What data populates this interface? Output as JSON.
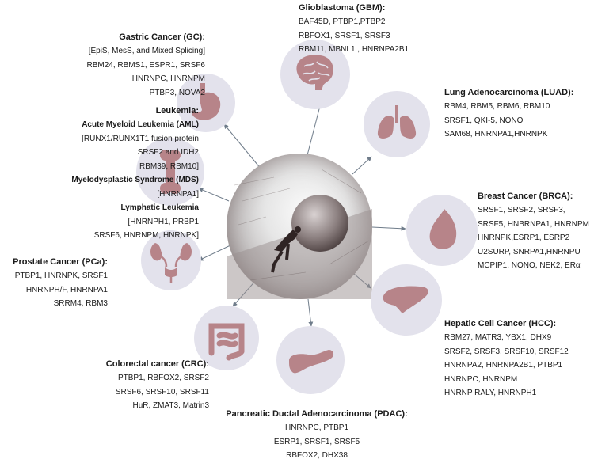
{
  "colors": {
    "icon_fill": "#b78489",
    "circle_bg": "#e3e2ec",
    "arrow": "#6f7c8a"
  },
  "icons": {
    "gc": "stomach-icon",
    "leuk": "bone-icon",
    "pca": "kidney-urinary-icon",
    "crc": "intestine-icon",
    "pdac": "pancreas-icon",
    "gbm": "brain-icon",
    "luad": "lungs-icon",
    "brca": "breast-icon",
    "hcc": "liver-icon",
    "center": "sisyphus-boulder-image"
  },
  "gbm": {
    "title": "Glioblastoma (GBM):",
    "lines": [
      "BAF45D, PTBP1,PTBP2",
      "RBFOX1, SRSF1, SRSF3",
      "RBM11, MBNL1 , HNRNPA2B1"
    ]
  },
  "gc": {
    "title": "Gastric Cancer (GC):",
    "lines": [
      "[EpiS, MesS, and Mixed Splicing]",
      "RBM24, RBMS1,  ESPR1, SRSF6",
      "HNRNPC, HNRNPM",
      "PTBP3, NOVA2"
    ]
  },
  "luad": {
    "title": "Lung Adenocarcinoma (LUAD):",
    "lines": [
      "RBM4, RBM5, RBM6, RBM10",
      "SRSF1, QKI-5, NONO",
      "SAM68, HNRNPA1,HNRNPK"
    ]
  },
  "leuk": {
    "title": "Leukemia:",
    "aml": "Acute Myeloid Leukemia (AML)",
    "aml_lines": [
      "[RUNX1/RUNX1T1 fusion protein",
      "SRSF2 and IDH2",
      "RBM39, RBM10]"
    ],
    "mds": "Myelodysplastic Syndrome (MDS)",
    "mds_lines": [
      "[HNRNPA1]"
    ],
    "ll": "Lymphatic Leukemia",
    "ll_lines": [
      "[HNRNPH1, PRBP1",
      "SRSF6, HNRNPM, HNRNPK]"
    ]
  },
  "brca": {
    "title": "Breast Cancer (BRCA):",
    "lines": [
      "SRSF1, SRSF2, SRSF3,",
      "SRSF5, HNBRNPA1, HNRNPM",
      "HNRNPK,ESRP1, ESRP2",
      "U2SURP, SNRPA1,HNRNPU",
      "MCPIP1, NONO, NEK2, ERα"
    ]
  },
  "pca": {
    "title": "Prostate Cancer (PCa):",
    "lines": [
      "PTBP1, HNRNPK, SRSF1",
      "HNRNPH/F, HNRNPA1",
      "SRRM4, RBM3"
    ]
  },
  "hcc": {
    "title": "Hepatic Cell Cancer (HCC):",
    "lines": [
      "RBM27, MATR3, YBX1, DHX9",
      "SRSF2, SRSF3, SRSF10, SRSF12",
      "HNRNPA2, HNRNPA2B1, PTBP1",
      "HNRNPC, HNRNPM",
      "HNRNP RALY, HNRNPH1"
    ]
  },
  "crc": {
    "title": "Colorectal cancer (CRC):",
    "lines": [
      "PTBP1, RBFOX2, SRSF2",
      "SRSF6,  SRSF10, SRSF11",
      "HuR, ZMAT3, Matrin3"
    ]
  },
  "pdac": {
    "title": "Pancreatic Ductal Adenocarcinoma (PDAC):",
    "lines": [
      "HNRNPC, PTBP1",
      "ESRP1, SRSF1, SRSF5",
      "RBFOX2, DHX38"
    ]
  }
}
